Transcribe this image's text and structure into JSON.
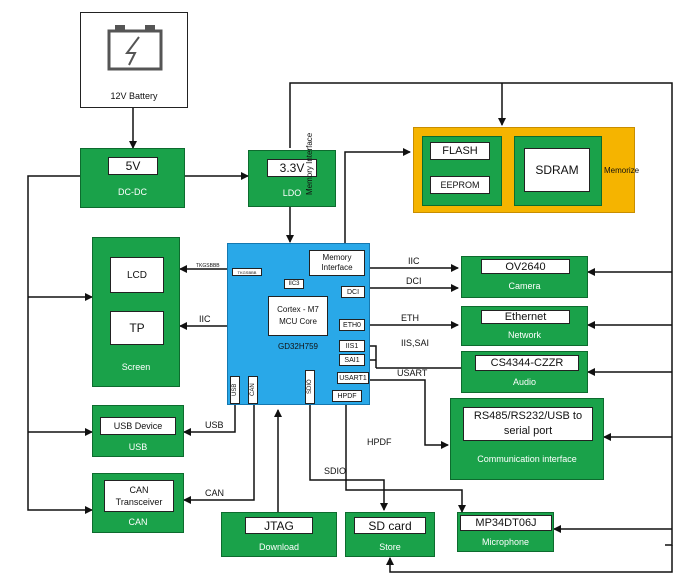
{
  "battery": {
    "label": "12V Battery",
    "icon": "battery-icon"
  },
  "dcdc": {
    "value": "5V",
    "subtitle": "DC-DC"
  },
  "ldo": {
    "value": "3.3V",
    "subtitle": "LDO"
  },
  "memorize": {
    "flash": "FLASH",
    "eeprom": "EEPROM",
    "sdram": "SDRAM",
    "subtitle": "Memorize"
  },
  "mcu": {
    "memory_interface": "Memory Interface",
    "core": "Cortex - M7 MCU Core",
    "name": "GD32H759",
    "iic3": "IIC3",
    "dci": "DCI",
    "eth0": "ETH0",
    "iis1": "IIS1",
    "sai1": "SAI1",
    "usart1": "USART1",
    "hpdf": "HPDF",
    "usb": "USB",
    "can": "CAN",
    "sdio": "SDIO"
  },
  "screen": {
    "lcd": "LCD",
    "tp": "TP",
    "subtitle": "Screen"
  },
  "usb_device": {
    "title": "USB Device",
    "subtitle": "USB"
  },
  "can_block": {
    "title": "CAN Transceiver",
    "subtitle": "CAN"
  },
  "jtag": {
    "title": "JTAG",
    "subtitle": "Download"
  },
  "sdcard": {
    "title": "SD card",
    "subtitle": "Store"
  },
  "camera": {
    "title": "OV2640",
    "subtitle": "Camera"
  },
  "ethernet": {
    "title": "Ethernet",
    "subtitle": "Network"
  },
  "audio": {
    "title": "CS4344-CZZR",
    "subtitle": "Audio"
  },
  "comm": {
    "title": "RS485/RS232/USB to serial port",
    "subtitle": "Communication interface"
  },
  "microphone": {
    "title": "MP34DT06J",
    "subtitle": "Microphone"
  },
  "wires": {
    "memory_interface": "Memory Interface",
    "iic_camera": "IIC",
    "dci_camera": "DCI",
    "eth": "ETH",
    "iis_sai": "IIS,SAI",
    "usart": "USART",
    "hpdf": "HPDF",
    "sdio": "SDIO",
    "usb": "USB",
    "can": "CAN",
    "iic_screen": "IIC",
    "tiny_left": "TKGSBBB",
    "tiny_right": "TKGSBBB"
  },
  "colors": {
    "green": "#1aa24a",
    "blue": "#29a8e8",
    "orange": "#f5b400",
    "wire": "#111111"
  }
}
